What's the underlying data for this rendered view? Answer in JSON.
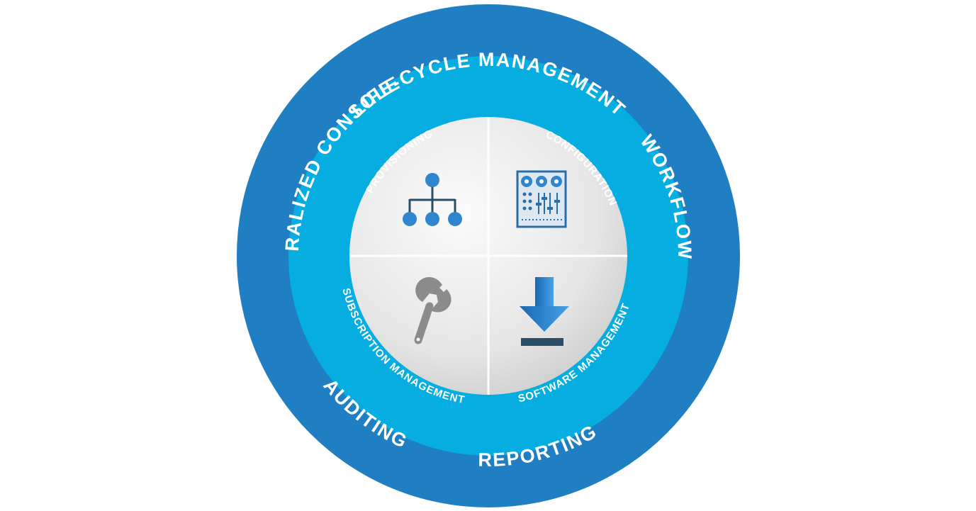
{
  "colors": {
    "outer_ring": "#1f7fc2",
    "inner_ring": "#06ade0",
    "core_light": "#f4f4f4",
    "core_shadow": "#c9c9c9",
    "divider": "#ffffff",
    "icon_blue": "#2f86cf",
    "icon_dark": "#2a4e67",
    "icon_gray": "#8b8b8b"
  },
  "outer_ring_labels": {
    "top": "LIFE-CYCLE MANAGEMENT",
    "right": "WORKFLOW",
    "bottom_right": "AUDITING",
    "bottom": "REPORTING",
    "left": "CENTRALIZED CONSOLE"
  },
  "inner_ring_labels": {
    "top_left": "PROVISIONING",
    "top_right": "CONFIGURATION",
    "bottom_left": "SOFTWARE MANAGEMENT",
    "bottom_right": "SUBSCRIPTION MANAGEMENT"
  },
  "quadrant_icons": {
    "top_left": "org-chart-icon",
    "top_right": "control-panel-icon",
    "bottom_left": "wrench-icon",
    "bottom_right": "download-icon"
  }
}
